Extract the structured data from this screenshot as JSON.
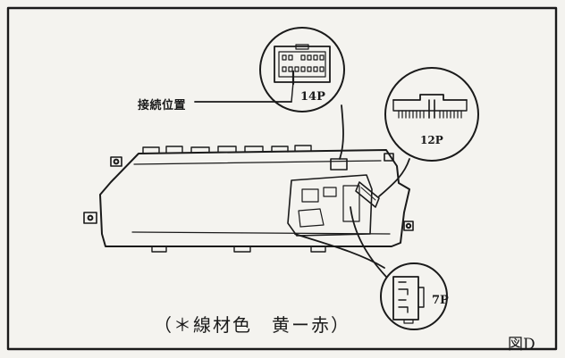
{
  "labels": {
    "connection_position": "接続位置",
    "connector_14p": "14P",
    "connector_12p": "12P",
    "connector_7p": "7P",
    "wire_color_note": "（＊線材色　黄ー赤）",
    "figure_id": "図D"
  },
  "colors": {
    "ink": "#1a1a1a",
    "paper": "#f4f3ef"
  }
}
